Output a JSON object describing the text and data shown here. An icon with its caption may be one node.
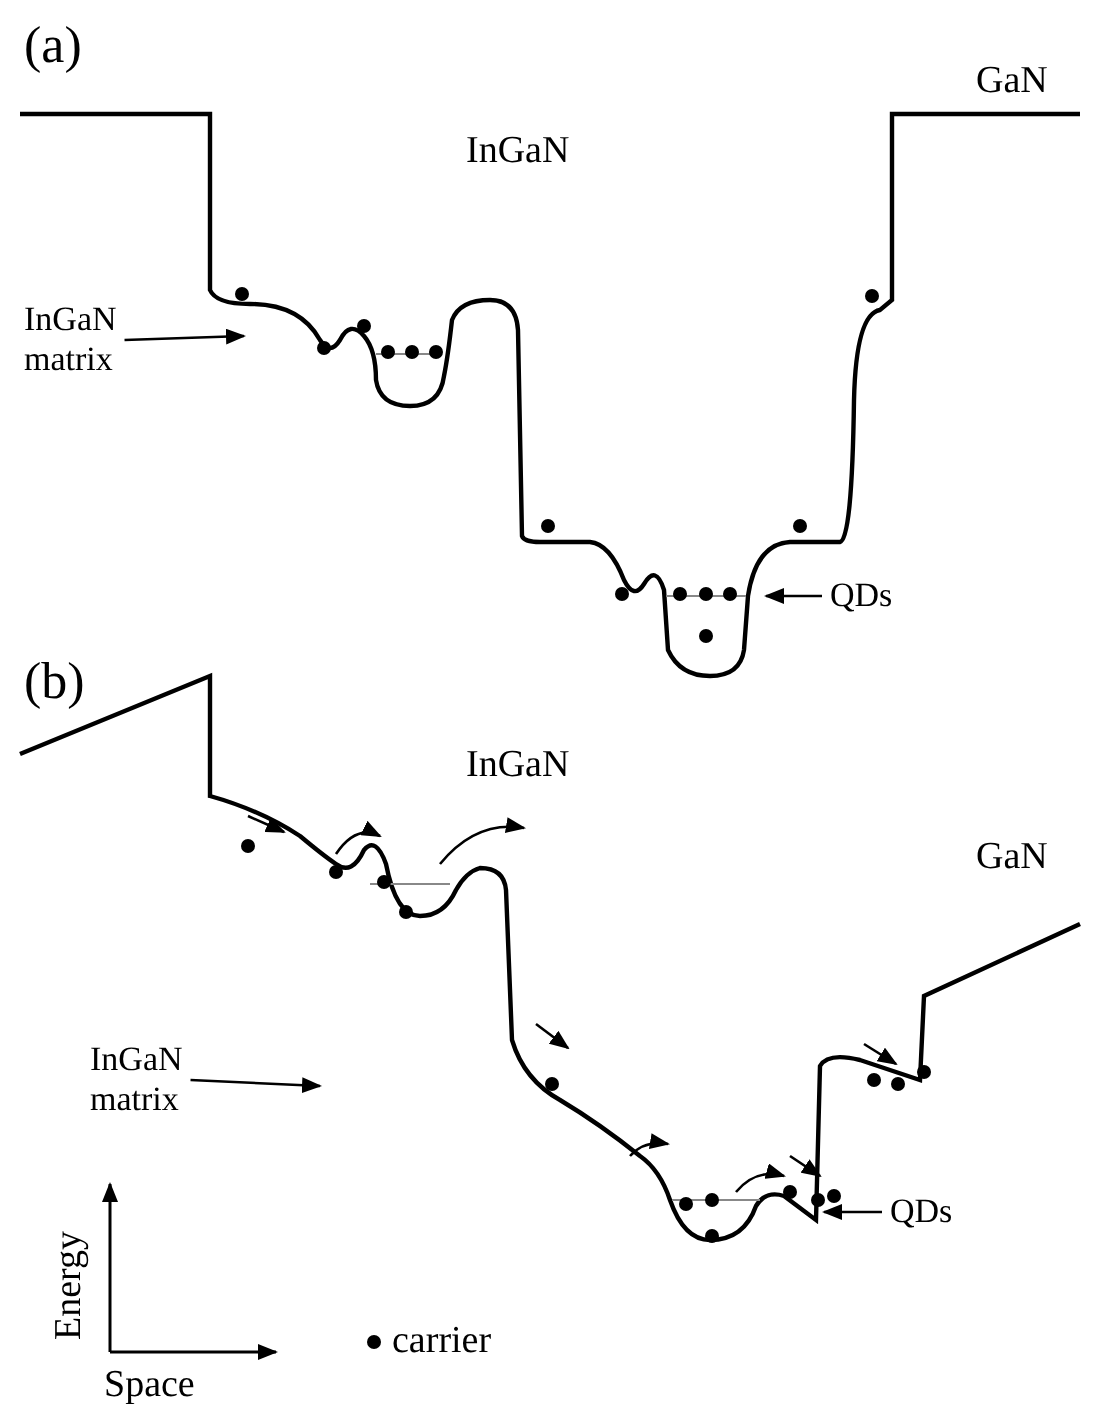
{
  "diagram": {
    "nodes": [
      {
        "text": [
          "InGaN matrix"
        ]
      },
      {
        "text": [
          "QDs"
        ]
      },
      {
        "text": [
          "InGaN matrix"
        ]
      },
      {
        "text": [
          "QDs"
        ]
      }
    ],
    "edges": [
      {
        "from": 0,
        "to": null,
        "arrow": "to"
      },
      {
        "from": 1,
        "to": null,
        "arrow": "to"
      },
      {
        "from": 2,
        "to": null,
        "arrow": "to"
      },
      {
        "from": 3,
        "to": null,
        "arrow": "to"
      }
    ],
    "labels": [
      "(a)",
      "InGaN",
      "GaN",
      "(b)",
      "InGaN",
      "GaN",
      "Energy",
      "Space"
    ],
    "legend": [
      {
        "text": "carrier"
      }
    ]
  }
}
